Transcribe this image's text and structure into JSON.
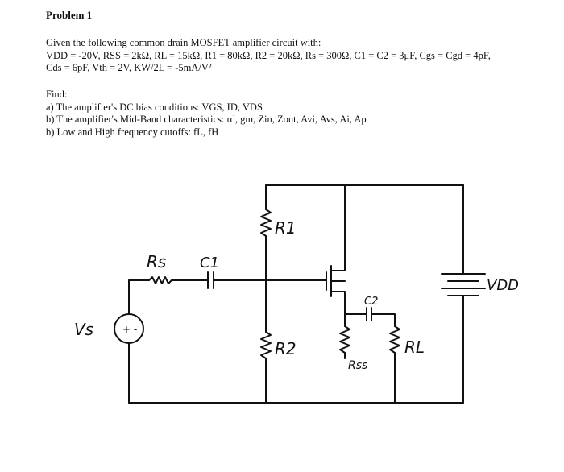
{
  "problem": {
    "title": "Problem 1",
    "given_intro": "Given the following common drain MOSFET amplifier circuit with:",
    "given_line1": "VDD = -20V, RSS = 2kΩ, RL = 15kΩ, R1 = 80kΩ, R2 = 20kΩ, Rs = 300Ω, C1 = C2 = 3μF, Cgs = Cgd = 4pF,",
    "given_line2": "Cds = 6pF, Vth = 2V, KW/2L = -5mA/V²",
    "find_label": "Find:",
    "find_items": [
      "a) The amplifier's DC bias conditions: VGS, ID, VDS",
      "b) The amplifier's Mid-Band characteristics: rd, gm, Zin, Zout, Avi, Avs, Ai, Ap",
      "b) Low and High frequency cutoffs: fL, fH"
    ]
  },
  "circuit": {
    "labels": {
      "r1": "R1",
      "r2": "R2",
      "rs": "Rs",
      "c1": "C1",
      "c2": "C2",
      "rss": "Rss",
      "rl": "RL",
      "vdd": "VDD",
      "vs": "Vs",
      "source_polarity": "+ -"
    }
  }
}
